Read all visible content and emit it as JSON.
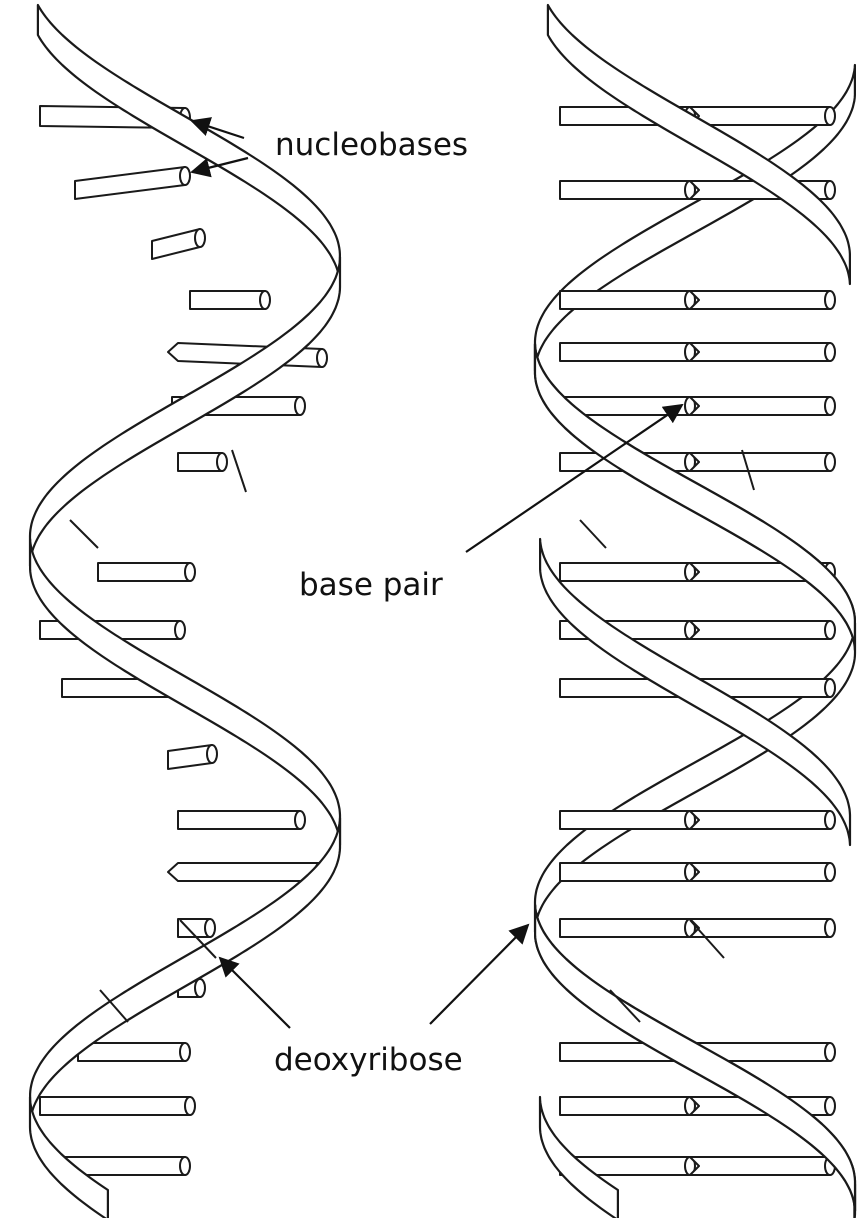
{
  "labels": {
    "nucleobases": "nucleobases",
    "base_pair": "base pair",
    "deoxyribose": "deoxyribose"
  },
  "colors": {
    "line": "#1a1a1a",
    "fill": "#ffffff"
  }
}
